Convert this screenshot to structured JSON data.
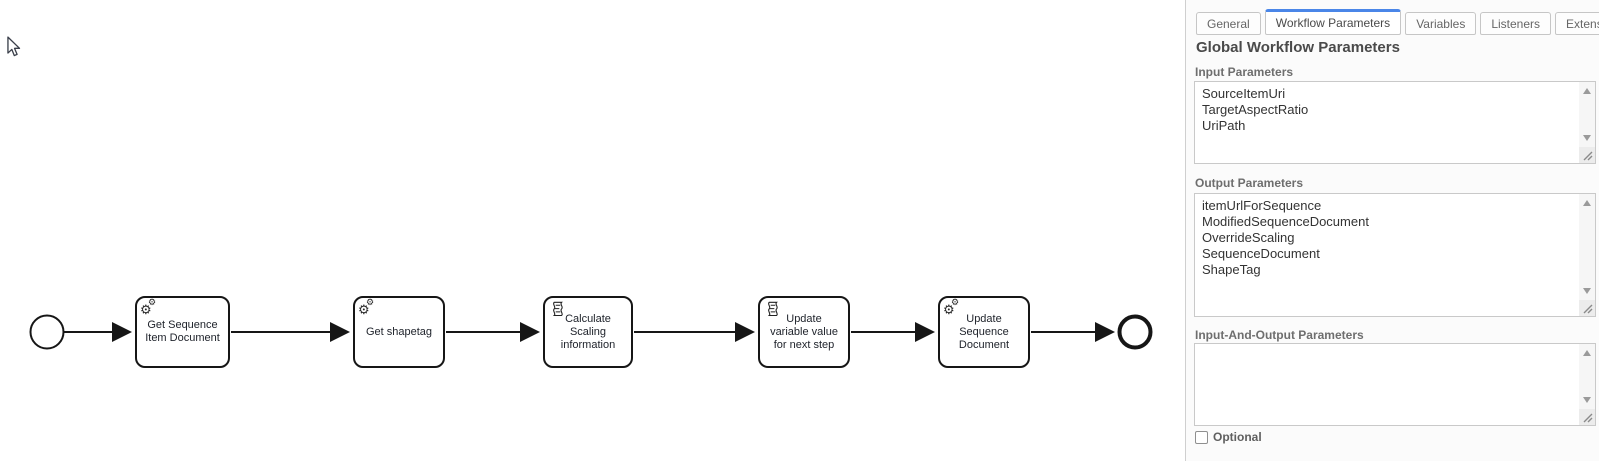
{
  "canvas": {
    "tasks": [
      {
        "label": "Get Sequence Item Document",
        "type": "service"
      },
      {
        "label": "Get shapetag",
        "type": "service"
      },
      {
        "label": "Calculate Scaling information",
        "type": "script"
      },
      {
        "label": "Update variable value for next step",
        "type": "script"
      },
      {
        "label": "Update Sequence Document",
        "type": "service"
      }
    ],
    "icons": {
      "gear": "⚙"
    }
  },
  "panel": {
    "tabs": [
      {
        "label": "General",
        "active": false
      },
      {
        "label": "Workflow Parameters",
        "active": true
      },
      {
        "label": "Variables",
        "active": false
      },
      {
        "label": "Listeners",
        "active": false
      },
      {
        "label": "Extensions",
        "active": false
      }
    ],
    "heading": "Global Workflow Parameters",
    "sections": [
      {
        "label": "Input Parameters",
        "value": "SourceItemUri\nTargetAspectRatio\nUriPath"
      },
      {
        "label": "Output Parameters",
        "value": "itemUrlForSequence\nModifiedSequenceDocument\nOverrideScaling\nSequenceDocument\nShapeTag"
      },
      {
        "label": "Input-And-Output Parameters",
        "value": ""
      }
    ],
    "optional_checkbox": {
      "label": "Optional",
      "checked": false
    },
    "accent_color": "#4a86e8"
  }
}
